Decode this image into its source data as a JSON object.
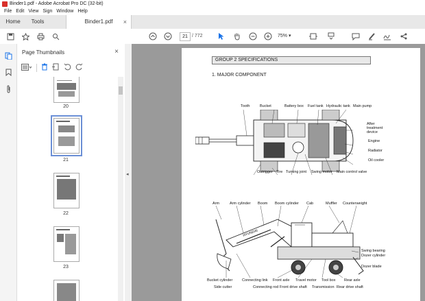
{
  "window": {
    "title": "Binder1.pdf - Adobe Acrobat Pro DC (32-bit)"
  },
  "menu": [
    "File",
    "Edit",
    "View",
    "Sign",
    "Window",
    "Help"
  ],
  "tabs": {
    "home": "Home",
    "tools": "Tools",
    "document": "Binder1.pdf",
    "close": "×"
  },
  "toolbar": {
    "icons": [
      "save-icon",
      "bookmark-star-icon",
      "print-icon",
      "search-icon",
      "prev-page-icon",
      "next-page-icon",
      "select-cursor-icon",
      "hand-icon",
      "zoom-out-icon",
      "zoom-in-icon",
      "fit-page-icon",
      "scroll-mode-icon",
      "comment-icon",
      "highlight-icon",
      "sign-icon",
      "share-icon"
    ],
    "page_current": "21",
    "page_total": "/ 772",
    "zoom": "75%"
  },
  "panel": {
    "title": "Page Thumbnails",
    "close": "×",
    "thumbnails": [
      {
        "label": "20"
      },
      {
        "label": "21",
        "selected": true
      },
      {
        "label": "22"
      },
      {
        "label": "23"
      }
    ]
  },
  "document": {
    "heading": "GROUP 2  SPECIFICATIONS",
    "subheading": "1. MAJOR COMPONENT",
    "top_view_labels": {
      "tooth": "Tooth",
      "bucket": "Bucket",
      "battery_box": "Battery box",
      "fuel_tank": "Fuel tank",
      "hydraulic_tank": "Hydraulic tank",
      "main_pump": "Main pump",
      "after_treatment": "After treatment device",
      "engine": "Engine",
      "radiator": "Radiator",
      "oil_cooler": "Oil cooler",
      "outrigger": "Outrigger",
      "tire": "Tire",
      "turning_joint": "Turning joint",
      "swing_motor": "Swing motor",
      "main_control_valve": "Main control valve"
    },
    "side_view_labels": {
      "arm": "Arm",
      "arm_cylinder": "Arm cylinder",
      "boom": "Boom",
      "boom_cylinder": "Boom cylinder",
      "cab": "Cab",
      "muffler": "Muffler",
      "counterweight": "Counterweight",
      "swing_bearing": "Swing bearing",
      "dozer_cylinder": "Dozer cylinder",
      "dozer_blade": "Dozer blade",
      "bucket_cylinder": "Bucket cylinder",
      "connecting_link": "Connecting link",
      "front_axle": "Front axle",
      "travel_motor": "Travel motor",
      "tool_box": "Tool box",
      "rear_axle": "Rear axle",
      "side_cutter": "Side cutter",
      "connecting_rod": "Connecting rod",
      "front_drive_shaft": "Front drive shaft",
      "transmission": "Transmission",
      "rear_drive_shaft": "Rear drive shaft",
      "brand": "HYUNDAI"
    }
  }
}
